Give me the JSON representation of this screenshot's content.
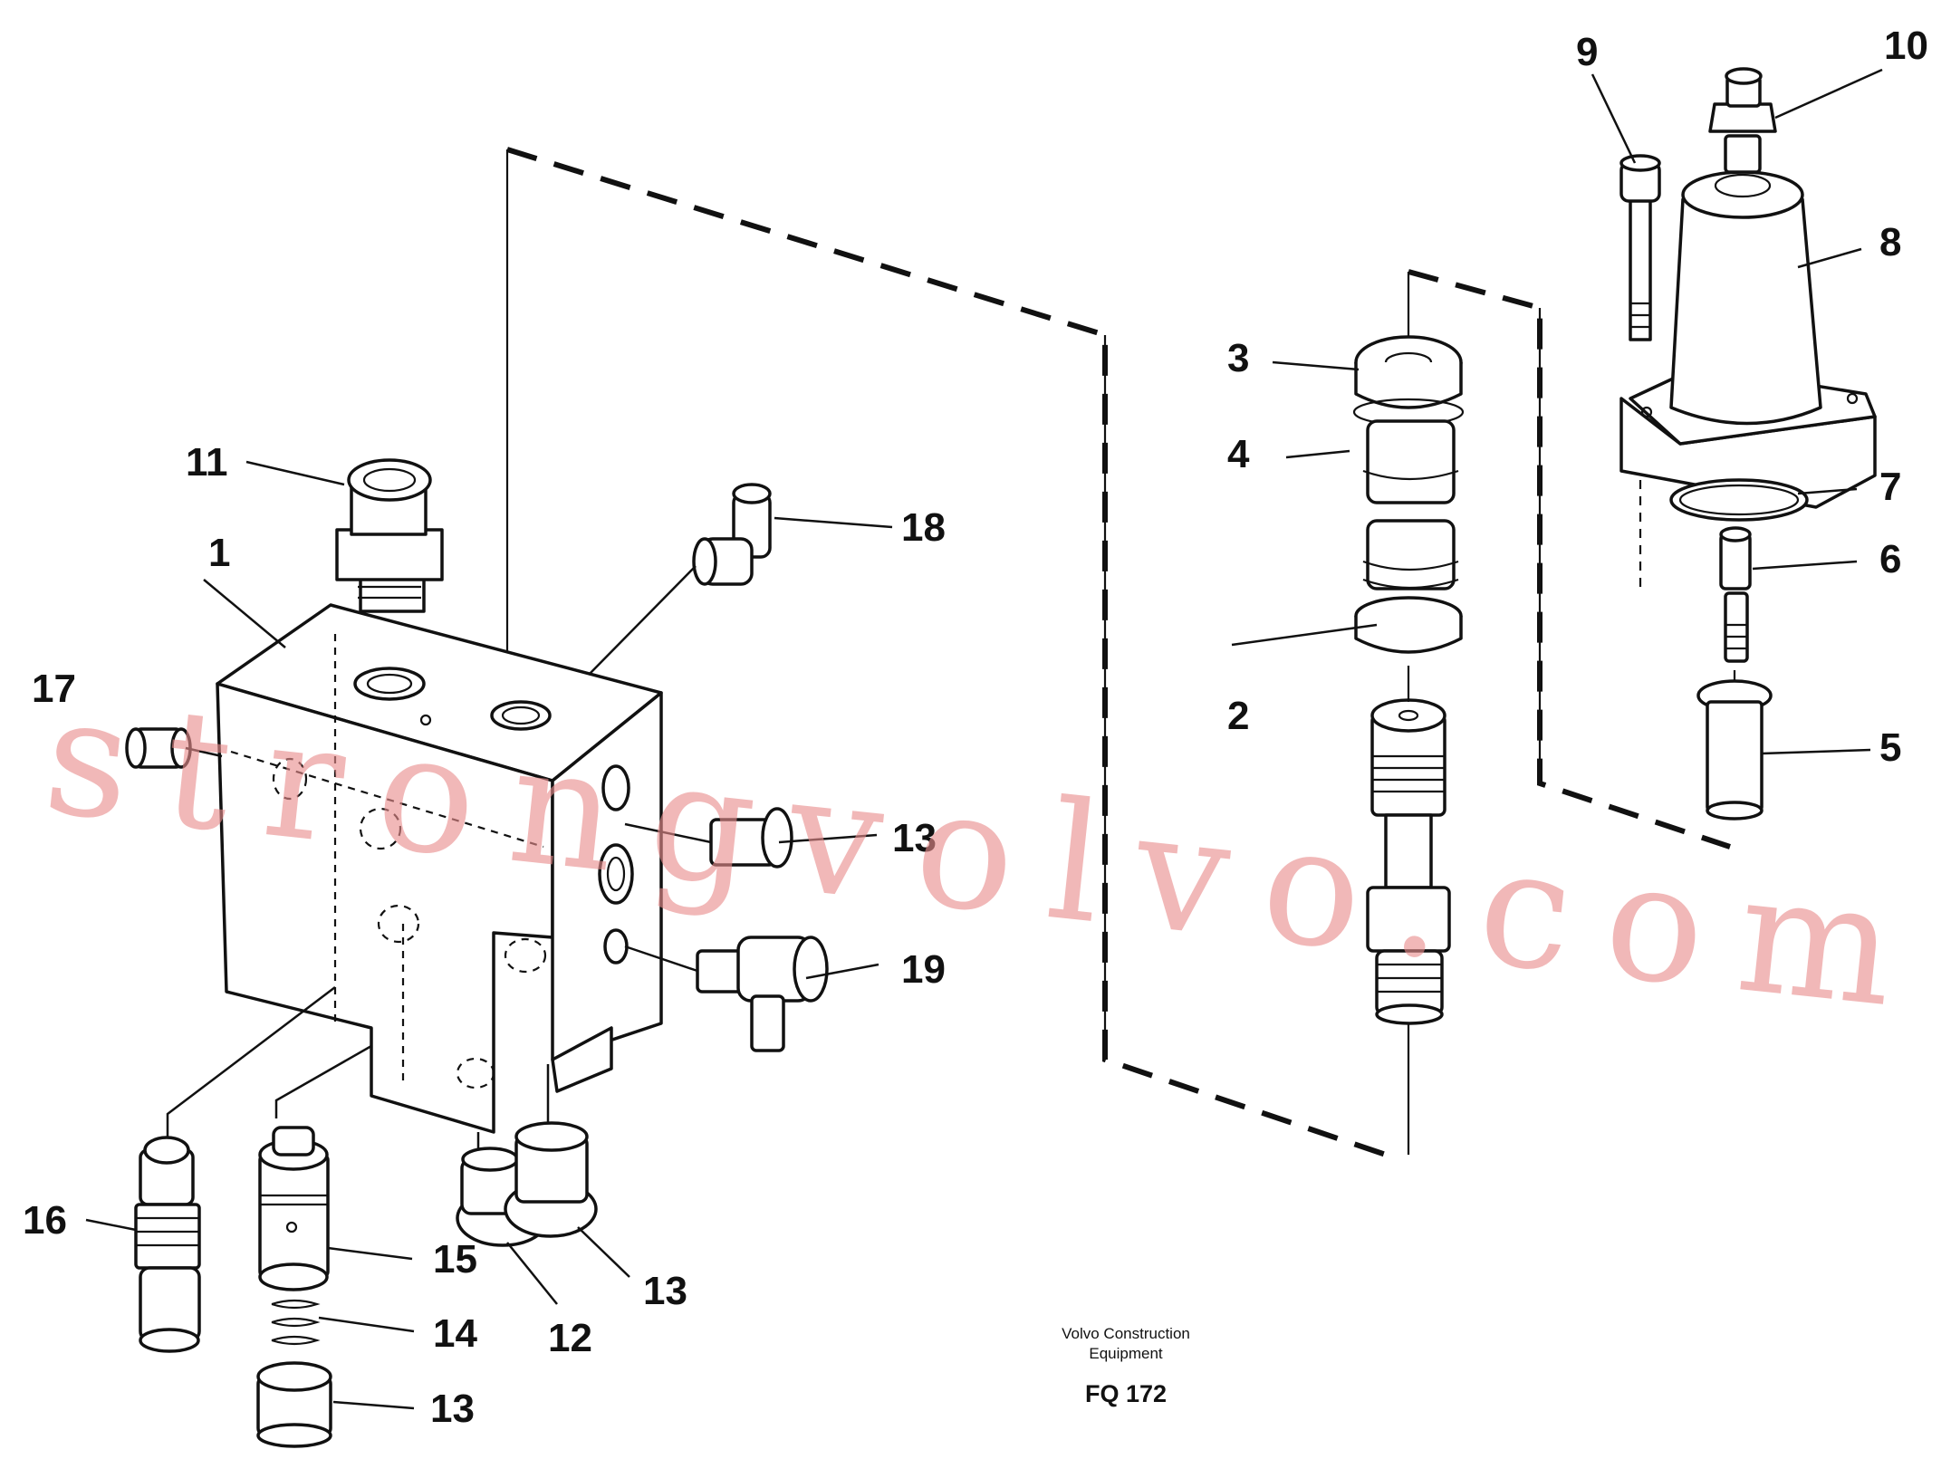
{
  "diagram": {
    "callouts": [
      {
        "id": "c1",
        "text": "1"
      },
      {
        "id": "c2",
        "text": "2"
      },
      {
        "id": "c3",
        "text": "3"
      },
      {
        "id": "c4",
        "text": "4"
      },
      {
        "id": "c5",
        "text": "5"
      },
      {
        "id": "c6",
        "text": "6"
      },
      {
        "id": "c7",
        "text": "7"
      },
      {
        "id": "c8",
        "text": "8"
      },
      {
        "id": "c9",
        "text": "9"
      },
      {
        "id": "c10",
        "text": "10"
      },
      {
        "id": "c11",
        "text": "11"
      },
      {
        "id": "c12",
        "text": "12"
      },
      {
        "id": "c13a",
        "text": "13"
      },
      {
        "id": "c13b",
        "text": "13"
      },
      {
        "id": "c13c",
        "text": "13"
      },
      {
        "id": "c14",
        "text": "14"
      },
      {
        "id": "c15",
        "text": "15"
      },
      {
        "id": "c16",
        "text": "16"
      },
      {
        "id": "c17",
        "text": "17"
      },
      {
        "id": "c18",
        "text": "18"
      },
      {
        "id": "c19",
        "text": "19"
      }
    ],
    "caption_line1": "Volvo Construction",
    "caption_line2": "Equipment",
    "figure_code": "FQ 172",
    "watermark": "strongvolvo.com",
    "watermark_color": "#e98d8d"
  }
}
